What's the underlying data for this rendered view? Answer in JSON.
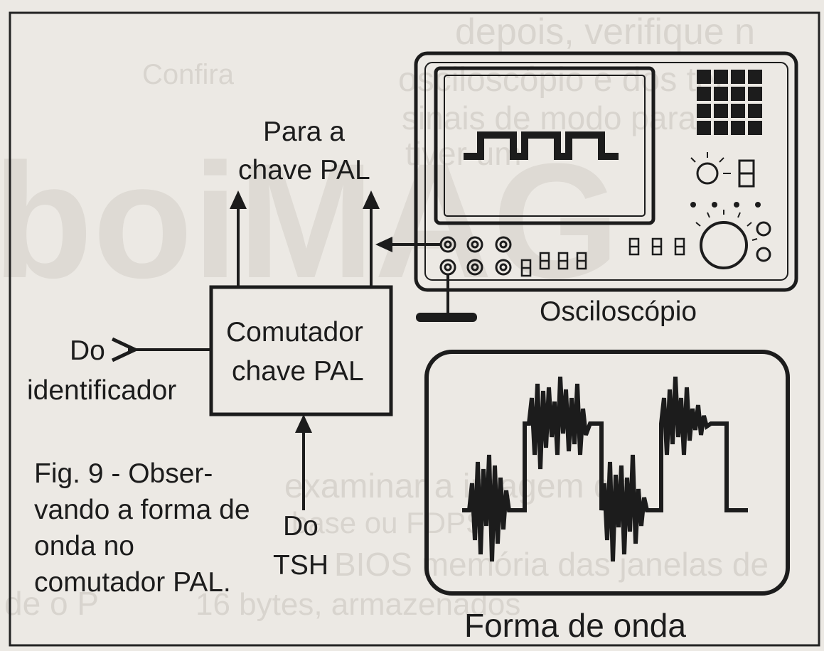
{
  "figure": {
    "caption_lines": [
      "Fig. 9 - Obser-",
      "vando a forma de",
      "onda no",
      "comutador PAL."
    ],
    "switch_output_label": [
      "Para a",
      "chave PAL"
    ],
    "commutator_label": [
      "Comutador",
      "chave PAL"
    ],
    "identifier_input_label": [
      "Do",
      "identificador"
    ],
    "tsh_input_label": [
      "Do",
      "TSH"
    ],
    "oscilloscope_label": "Osciloscópio",
    "waveform_label": "Forma de onda"
  },
  "background_print": {
    "lines": [
      "depois, verifique n",
      "Confira",
      "osciloscópio e dos ter",
      "sinais de modo para",
      "tiver um",
      "examinar a imagem da",
      "base ou FDPS",
      "BIOS memória das janelas de",
      "de o P",
      "16 bytes, armazenados"
    ]
  },
  "colors": {
    "ink": "#1c1c1c",
    "paper": "#ece9e4",
    "bleed_through": "#cfcac3"
  }
}
